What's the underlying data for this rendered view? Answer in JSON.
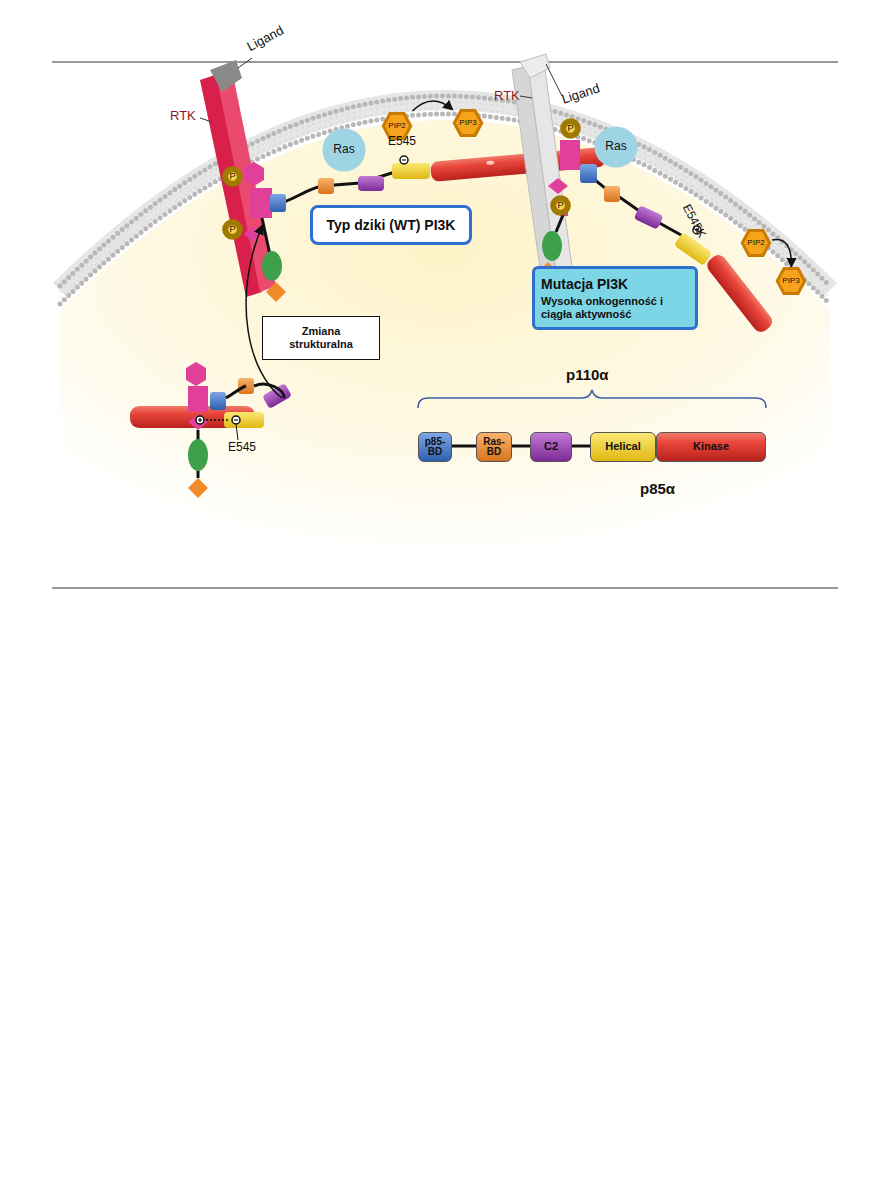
{
  "diagram": {
    "nodes": [
      {
        "text": [
          "P"
        ]
      },
      {
        "text": [
          "P"
        ]
      },
      {
        "text": [
          "Ras"
        ]
      },
      {
        "text": [
          "PIP2"
        ]
      },
      {
        "text": [
          "PIP3"
        ]
      },
      {
        "text": [
          "Typ dziki (WT) PI3K"
        ]
      },
      {
        "text": [
          "P"
        ]
      },
      {
        "text": [
          "P"
        ]
      },
      {
        "text": [
          "Ras"
        ]
      },
      {
        "text": [
          "PIP2"
        ]
      },
      {
        "text": [
          "PIP3"
        ]
      },
      {
        "text": [
          "Mutacja PI3K",
          "Wysoka onkogenność i ciągła aktywność"
        ]
      },
      {
        "text": [
          "Zmiana strukturalna"
        ]
      },
      {
        "text": [
          "p85-BD"
        ]
      },
      {
        "text": [
          "Ras-BD"
        ]
      },
      {
        "text": [
          "C2"
        ]
      },
      {
        "text": [
          "Helical"
        ]
      },
      {
        "text": [
          "Kinase"
        ]
      }
    ],
    "edges": [
      {
        "from": 3,
        "to": 4,
        "arrow": "to"
      },
      {
        "from": 9,
        "to": 10,
        "arrow": "to"
      }
    ],
    "labels": [
      "Ligand",
      "RTK",
      "E545",
      "RTK",
      "Ligand",
      "E545K",
      "E545",
      "p110α",
      "p85α"
    ]
  }
}
